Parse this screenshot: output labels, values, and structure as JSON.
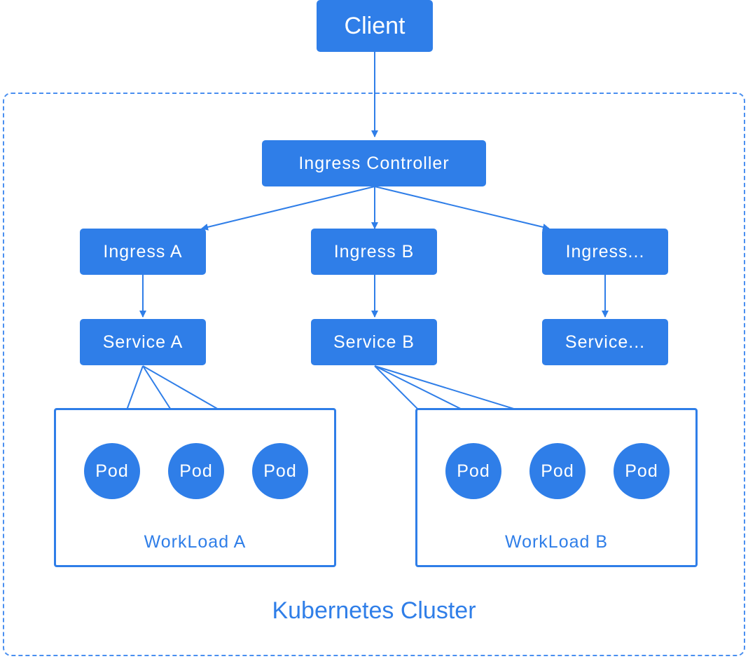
{
  "colors": {
    "primary": "#2f7ee8",
    "cluster_border": "#4a8ff0",
    "background": "#ffffff"
  },
  "client": {
    "label": "Client"
  },
  "ingress_controller": {
    "label": "Ingress Controller"
  },
  "ingresses": [
    {
      "label": "Ingress A"
    },
    {
      "label": "Ingress B"
    },
    {
      "label": "Ingress..."
    }
  ],
  "services": [
    {
      "label": "Service A"
    },
    {
      "label": "Service B"
    },
    {
      "label": "Service..."
    }
  ],
  "workloads": [
    {
      "label": "WorkLoad A",
      "pods": [
        "Pod",
        "Pod",
        "Pod"
      ]
    },
    {
      "label": "WorkLoad B",
      "pods": [
        "Pod",
        "Pod",
        "Pod"
      ]
    }
  ],
  "cluster": {
    "label": "Kubernetes Cluster"
  }
}
